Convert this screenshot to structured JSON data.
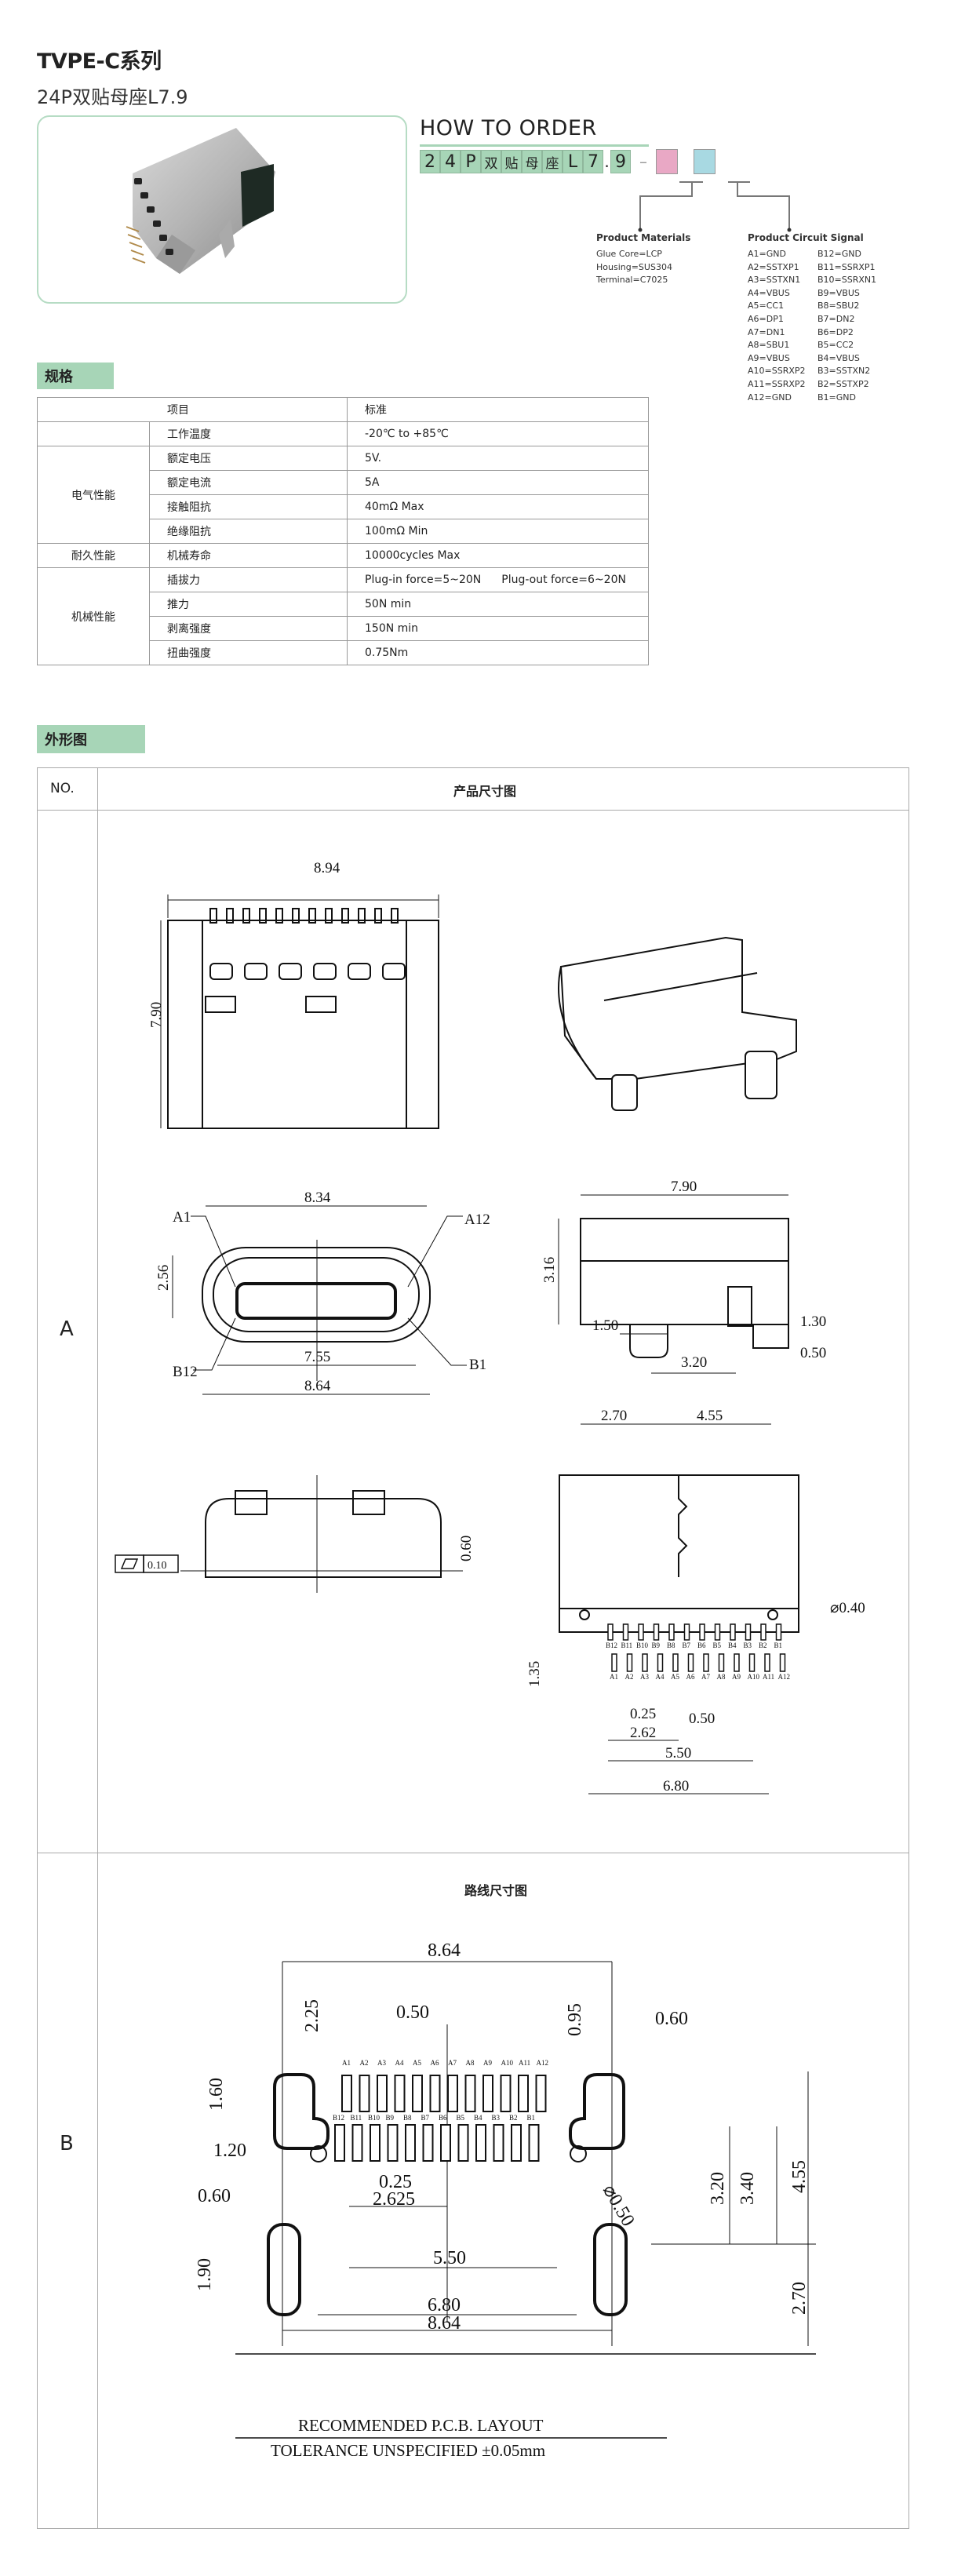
{
  "header": {
    "title": "TVPE-C系列",
    "subtitle": "24P双贴母座L7.9"
  },
  "order": {
    "heading": "HOW TO ORDER",
    "code_cells": [
      "2",
      "4",
      "P",
      "双",
      "贴",
      "母",
      "座",
      "L",
      "7"
    ],
    "code_dot": ".",
    "code_last": "9",
    "dash": "–",
    "option_colors": [
      "#e9a8c5",
      "#a8d9e2"
    ],
    "materials": {
      "title": "Product Materials",
      "items": [
        "Glue Core=LCP",
        "Housing=SUS304",
        "Terminal=C7025"
      ]
    },
    "signal": {
      "title": "Product Circuit Signal",
      "a": [
        "A1=GND",
        "A2=SSTXP1",
        "A3=SSTXN1",
        "A4=VBUS",
        "A5=CC1",
        "A6=DP1",
        "A7=DN1",
        "A8=SBU1",
        "A9=VBUS",
        "A10=SSRXP2",
        "A11=SSRXP2",
        "A12=GND"
      ],
      "b": [
        "B12=GND",
        "B11=SSRXP1",
        "B10=SSRXN1",
        "B9=VBUS",
        "B8=SBU2",
        "B7=DN2",
        "B6=DP2",
        "B5=CC2",
        "B4=VBUS",
        "B3=SSTXN2",
        "B2=SSTXP2",
        "B1=GND"
      ]
    }
  },
  "spec": {
    "tab": "规格",
    "head": [
      "项目",
      "标准"
    ],
    "groups": [
      "电气性能",
      "耐久性能",
      "机械性能"
    ],
    "rows": [
      {
        "item": "工作温度",
        "value": "-20℃ to +85℃"
      },
      {
        "item": "额定电压",
        "value": "5V."
      },
      {
        "item": "额定电流",
        "value": "5A"
      },
      {
        "item": "接触阻抗",
        "value": "40mΩ Max"
      },
      {
        "item": "绝缘阻抗",
        "value": "100mΩ Min"
      },
      {
        "item": "机械寿命",
        "value": "10000cycles Max"
      },
      {
        "item": "插拔力",
        "value": "Plug-in force=5~20N",
        "value2": "Plug-out force=6~20N"
      },
      {
        "item": "推力",
        "value": "50N min"
      },
      {
        "item": "剥离强度",
        "value": "150N min"
      },
      {
        "item": "扭曲强度",
        "value": "0.75Nm"
      }
    ]
  },
  "outline": {
    "tab": "外形图",
    "col_no": "NO.",
    "col_title": "产品尺寸图",
    "row_a": "A",
    "row_b": "B",
    "a_dims": {
      "top_w": "8.94",
      "top_h": "7.90",
      "front_w": "8.34",
      "front_h": "2.56",
      "front_pitch": "7.55",
      "front_total": "8.64",
      "lbl_a1": "A1",
      "lbl_a12": "A12",
      "lbl_b12": "B12",
      "lbl_b1": "B1",
      "side_w": "7.90",
      "side_h": "3.16",
      "side_150": "1.50",
      "side_130": "1.30",
      "side_320": "3.20",
      "side_050": "0.50",
      "side_270": "2.70",
      "side_455": "4.55",
      "rear_h": "0.60",
      "flatness": "0.10",
      "bot_hole": "⌀0.40",
      "bot_135": "1.35",
      "bot_025": "0.25",
      "bot_262": "2.62",
      "bot_050": "0.50",
      "bot_550": "5.50",
      "bot_680": "6.80"
    },
    "pins_a": [
      "A1",
      "A2",
      "A3",
      "A4",
      "A5",
      "A6",
      "A7",
      "A8",
      "A9",
      "A10",
      "A11",
      "A12"
    ],
    "pins_b": [
      "B12",
      "B11",
      "B10",
      "B9",
      "B8",
      "B7",
      "B6",
      "B5",
      "B4",
      "B3",
      "B2",
      "B1"
    ],
    "b_title": "路线尺寸图",
    "b_dims": {
      "w_top": "8.64",
      "d225": "2.25",
      "d050": "0.50",
      "d095": "0.95",
      "d060r": "0.60",
      "d160": "1.60",
      "d120": "1.20",
      "d025": "0.25",
      "d060l": "0.60",
      "d2625": "2.625",
      "d190": "1.90",
      "d550": "5.50",
      "d680": "6.80",
      "w_bot": "8.64",
      "hole": "⌀0.50",
      "d320": "3.20",
      "d340": "3.40",
      "d455": "4.55",
      "d270": "2.70"
    },
    "note1": "RECOMMENDED  P.C.B.  LAYOUT",
    "note2": "TOLERANCE UNSPECIFIED ±0.05mm"
  }
}
